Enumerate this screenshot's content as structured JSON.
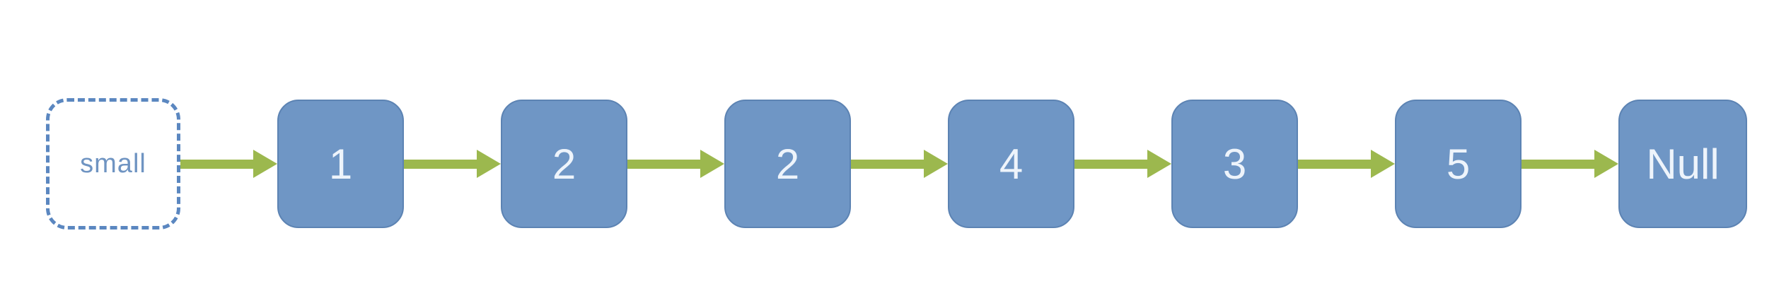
{
  "diagram": {
    "pointer": {
      "label": "small"
    },
    "nodes": [
      {
        "label": "1",
        "type": "value"
      },
      {
        "label": "2",
        "type": "value"
      },
      {
        "label": "2",
        "type": "value"
      },
      {
        "label": "4",
        "type": "value"
      },
      {
        "label": "3",
        "type": "value"
      },
      {
        "label": "5",
        "type": "value"
      },
      {
        "label": "Null",
        "type": "terminator"
      }
    ],
    "colors": {
      "background": "#ffffff",
      "node_fill": "#6f96c5",
      "node_border": "#5c83b3",
      "node_text": "#eef4fb",
      "pointer_border": "#5b87c0",
      "pointer_text": "#6f94c2",
      "arrow": "#9cb84e"
    }
  }
}
